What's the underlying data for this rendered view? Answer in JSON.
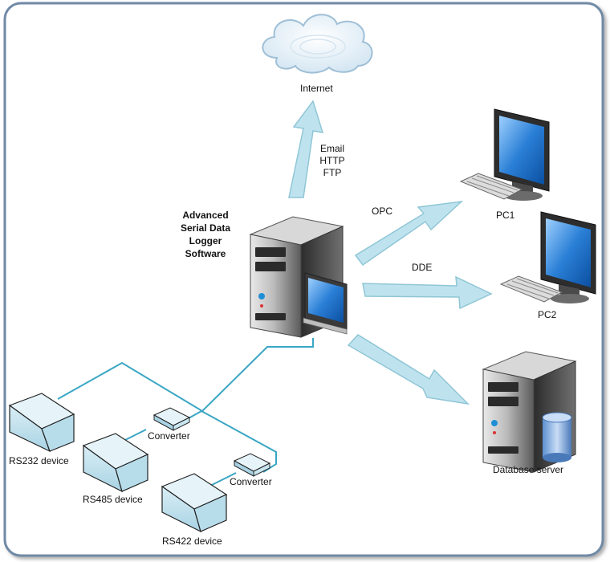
{
  "diagram": {
    "software_title": [
      "Advanced",
      "Serial Data",
      "Logger",
      "Software"
    ],
    "internet_label": "Internet",
    "protocols_up": [
      "Email",
      "HTTP",
      "FTP"
    ],
    "opc_label": "OPC",
    "dde_label": "DDE",
    "pc1_label": "PC1",
    "pc2_label": "PC2",
    "db_label": "Database server",
    "rs232_label": "RS232 device",
    "rs485_label": "RS485 device",
    "rs422_label": "RS422 device",
    "converter1_label": "Converter",
    "converter2_label": "Converter"
  },
  "colors": {
    "arrow_fill": "#bfe3ee",
    "arrow_stroke": "#8fc6d6",
    "wire": "#3aa6c4",
    "frame_border": "#6f8aa6",
    "screen_blue": "#2a7fd6"
  }
}
